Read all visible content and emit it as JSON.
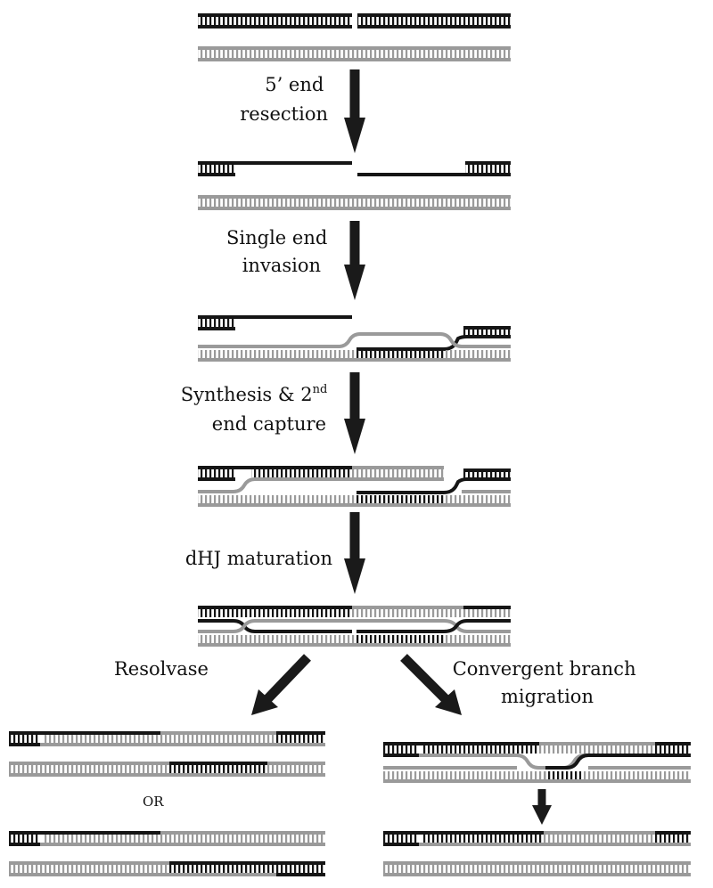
{
  "colors": {
    "dark_strand": "#151515",
    "light_strand": "#9a9a9a",
    "arrow": "#1a1a1a",
    "background": "#ffffff"
  },
  "steps": [
    {
      "lines": [
        "5’ end",
        "resection"
      ]
    },
    {
      "lines": [
        "Single end",
        "invasion"
      ]
    },
    {
      "line1": "Synthesis & 2",
      "line1_sup": "nd",
      "line2": "end capture"
    },
    {
      "lines": [
        "dHJ maturation"
      ]
    }
  ],
  "branches": {
    "left": {
      "label": "Resolvase"
    },
    "right": {
      "lines": [
        "Convergent branch",
        "migration"
      ]
    }
  },
  "or_label": "OR"
}
